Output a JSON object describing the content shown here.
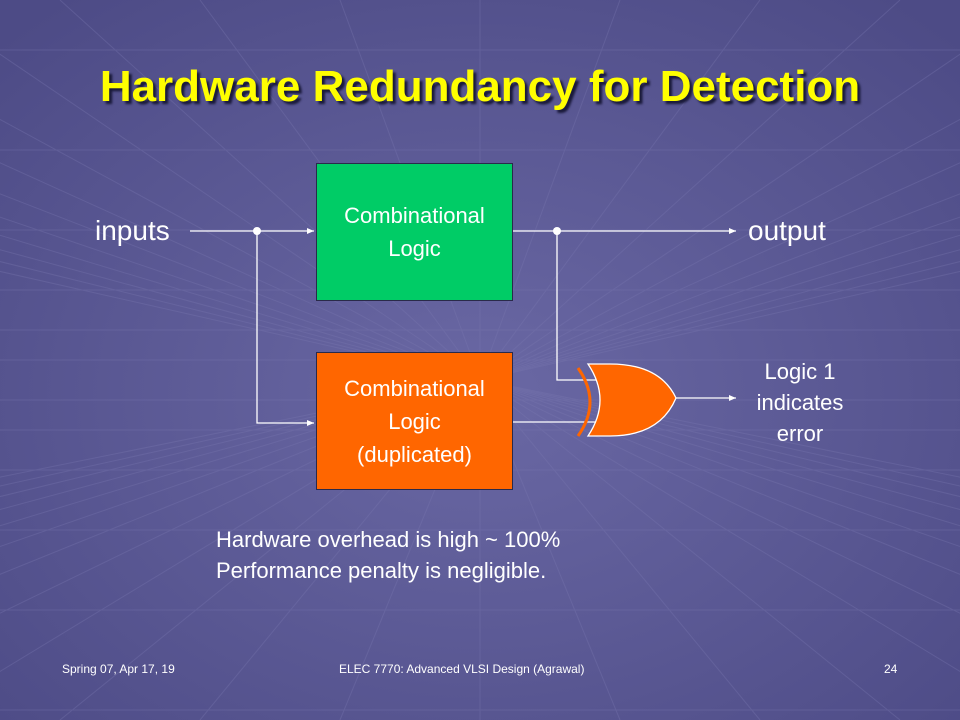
{
  "slide": {
    "title": "Hardware Redundancy for Detection",
    "inputs_label": "inputs",
    "output_label": "output",
    "box_primary": {
      "line1": "Combinational",
      "line2": "Logic"
    },
    "box_duplicate": {
      "line1": "Combinational",
      "line2": "Logic",
      "line3": "(duplicated)"
    },
    "error_label": {
      "line1": "Logic 1",
      "line2": "indicates",
      "line3": "error"
    },
    "notes": [
      "Hardware overhead is high ~ 100%",
      "Performance penalty is negligible."
    ],
    "footer": {
      "left": "Spring 07, Apr 17, 19",
      "center": "ELEC 7770: Advanced VLSI Design (Agrawal)",
      "page": "24"
    }
  },
  "colors": {
    "title": "#ffff00",
    "box_primary": "#00cc66",
    "box_duplicate": "#ff6600",
    "gate": "#ff6600",
    "background": "#56548f"
  },
  "icons": {
    "gate": "xor-gate-icon"
  }
}
